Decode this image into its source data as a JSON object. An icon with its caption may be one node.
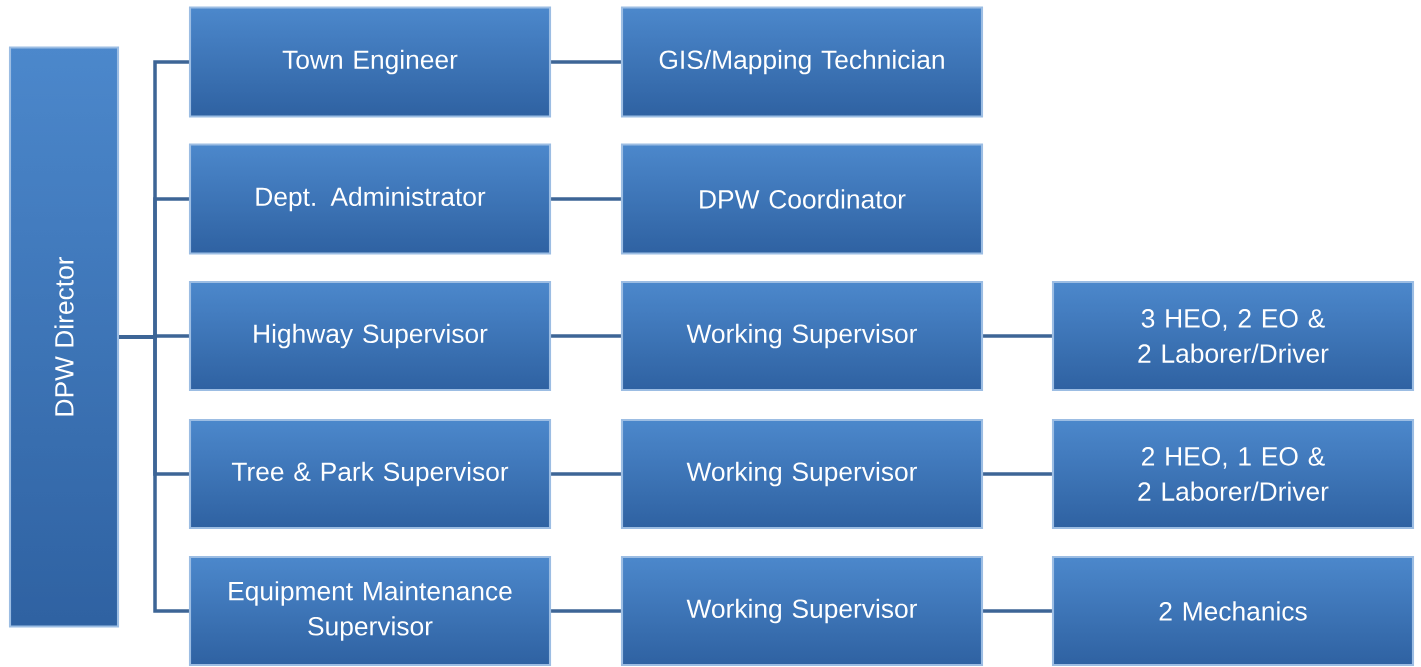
{
  "diagram": {
    "nodes": [
      {
        "text": [
          "DPW Director"
        ]
      },
      {
        "text": [
          "Town Engineer"
        ]
      },
      {
        "text": [
          "GIS/Mapping Technician"
        ]
      },
      {
        "text": [
          "Dept. Administrator"
        ]
      },
      {
        "text": [
          "DPW Coordinator"
        ]
      },
      {
        "text": [
          "Highway Supervisor"
        ]
      },
      {
        "text": [
          "Working Supervisor"
        ]
      },
      {
        "text": [
          "3 HEO, 2 EO & 2 Laborer/Driver"
        ]
      },
      {
        "text": [
          "Tree & Park Supervisor"
        ]
      },
      {
        "text": [
          "Working Supervisor"
        ]
      },
      {
        "text": [
          "2 HEO, 1 EO & 2 Laborer/Driver"
        ]
      },
      {
        "text": [
          "Equipment Maintenance Supervisor"
        ]
      },
      {
        "text": [
          "Working Supervisor"
        ]
      },
      {
        "text": [
          "2 Mechanics"
        ]
      }
    ],
    "edges": [
      {
        "from": 0,
        "to": 1,
        "arrow": "none"
      },
      {
        "from": 0,
        "to": 3,
        "arrow": "none"
      },
      {
        "from": 0,
        "to": 5,
        "arrow": "none"
      },
      {
        "from": 0,
        "to": 8,
        "arrow": "none"
      },
      {
        "from": 0,
        "to": 11,
        "arrow": "none"
      },
      {
        "from": 1,
        "to": 2,
        "arrow": "none"
      },
      {
        "from": 3,
        "to": 4,
        "arrow": "none"
      },
      {
        "from": 5,
        "to": 6,
        "arrow": "none"
      },
      {
        "from": 6,
        "to": 7,
        "arrow": "none"
      },
      {
        "from": 8,
        "to": 9,
        "arrow": "none"
      },
      {
        "from": 9,
        "to": 10,
        "arrow": "none"
      },
      {
        "from": 11,
        "to": 12,
        "arrow": "none"
      },
      {
        "from": 12,
        "to": 13,
        "arrow": "none"
      }
    ]
  }
}
